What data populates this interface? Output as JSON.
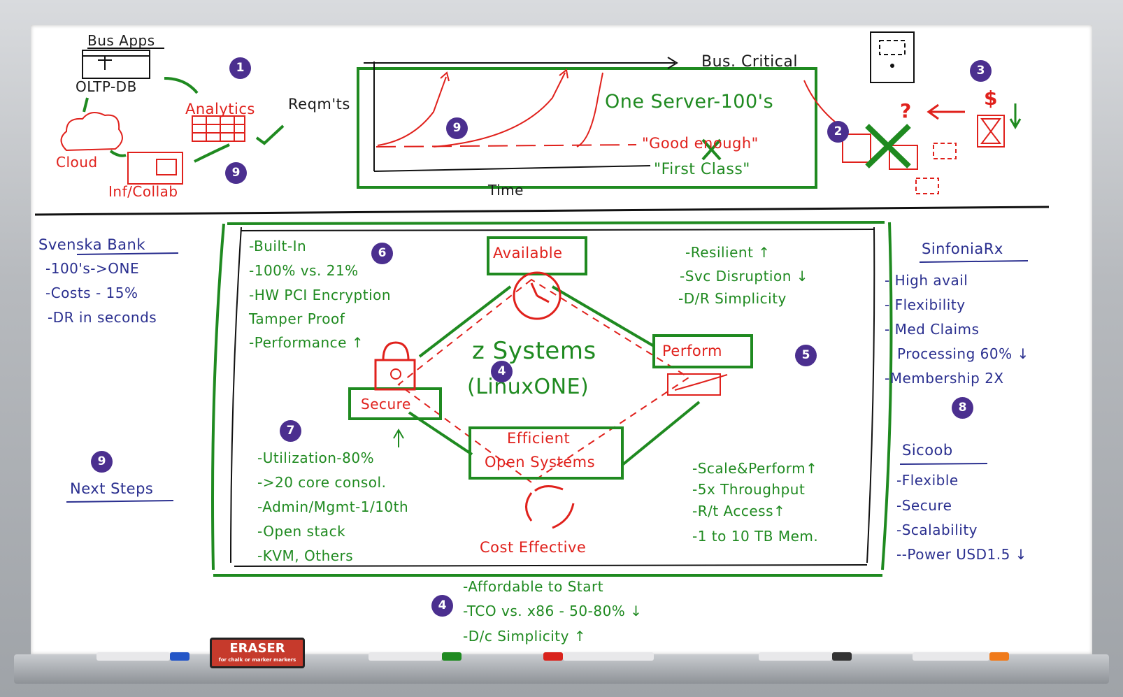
{
  "top": {
    "bus_apps": "Bus Apps",
    "oltp_db": "OLTP-DB",
    "analytics": "Analytics",
    "cloud": "Cloud",
    "inf_collab": "Inf/Collab",
    "reqmts": "Reqm'ts",
    "bus_critical": "Bus. Critical",
    "one_server": "One Server-100's",
    "good_enough": "\"Good enough\"",
    "first_class": "\"First Class\"",
    "time": "Time",
    "question": "?",
    "dollar": "$"
  },
  "center": {
    "available": "Available",
    "perform": "Perform",
    "secure": "Secure",
    "efficient": "Efficient",
    "open_systems": "Open Systems",
    "cost_effective": "Cost Effective",
    "title_line1": "z Systems",
    "title_line2": "(LinuxONE)"
  },
  "lists": {
    "built_in": [
      "-Built-In",
      "-100% vs. 21%",
      "-HW PCI Encryption",
      "Tamper Proof",
      "-Performance ↑"
    ],
    "resilient": [
      "-Resilient ↑",
      "-Svc Disruption ↓",
      "-D/R Simplicity"
    ],
    "utilization": [
      "-Utilization-80%",
      "->20 core consol.",
      "-Admin/Mgmt-1/10th",
      "-Open stack",
      "-KVM, Others"
    ],
    "scale": [
      "-Scale&Perform↑",
      "-5x Throughput",
      "-R/t Access↑",
      "-1 to 10 TB Mem."
    ],
    "affordable": [
      "-Affordable to Start",
      "-TCO vs. x86 - 50-80%  ↓",
      "-D/c Simplicity ↑"
    ],
    "svenska": [
      "Svenska Bank",
      "-100's->ONE",
      "-Costs - 15%",
      "-DR in seconds"
    ],
    "next_steps": "Next Steps",
    "sinfonia": [
      "SinfoniaRx",
      "- High avail",
      "- Flexibility",
      "- Med Claims",
      "Processing 60% ↓",
      "-Membership 2X"
    ],
    "sicoob": [
      "Sicoob",
      "-Flexible",
      "-Secure",
      "-Scalability",
      "--Power USD1.5 ↓"
    ]
  },
  "badges": [
    "1",
    "9",
    "9",
    "2",
    "3",
    "6",
    "4",
    "5",
    "7",
    "9",
    "8",
    "4"
  ],
  "eraser": {
    "label": "ERASER",
    "sub": "for chalk or marker markers"
  },
  "colors": {
    "red": "#e0211c",
    "green": "#1f8a20",
    "blue": "#2a2f8f",
    "badge": "#4b2f8f"
  }
}
